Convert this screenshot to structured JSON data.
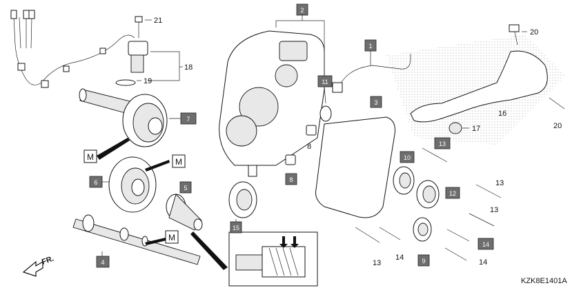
{
  "diagram_code": "KZK8E1401A",
  "direction_label": "FR.",
  "marker_m": "M",
  "callouts": {
    "c1": "1",
    "c2": "2",
    "c3": "3",
    "c4": "4",
    "c5": "5",
    "c6": "6",
    "c7": "7",
    "c8a": "8",
    "c8b": "8",
    "c9": "9",
    "c10": "10",
    "c11": "11",
    "c12": "12",
    "c13a": "13",
    "c13b": "13",
    "c13c": "13",
    "c13d": "13",
    "c14a": "14",
    "c14b": "14",
    "c14c": "14",
    "c15": "15",
    "c16": "16",
    "c17": "17",
    "c18": "18",
    "c19": "19",
    "c20a": "20",
    "c20b": "20",
    "c21": "21"
  }
}
